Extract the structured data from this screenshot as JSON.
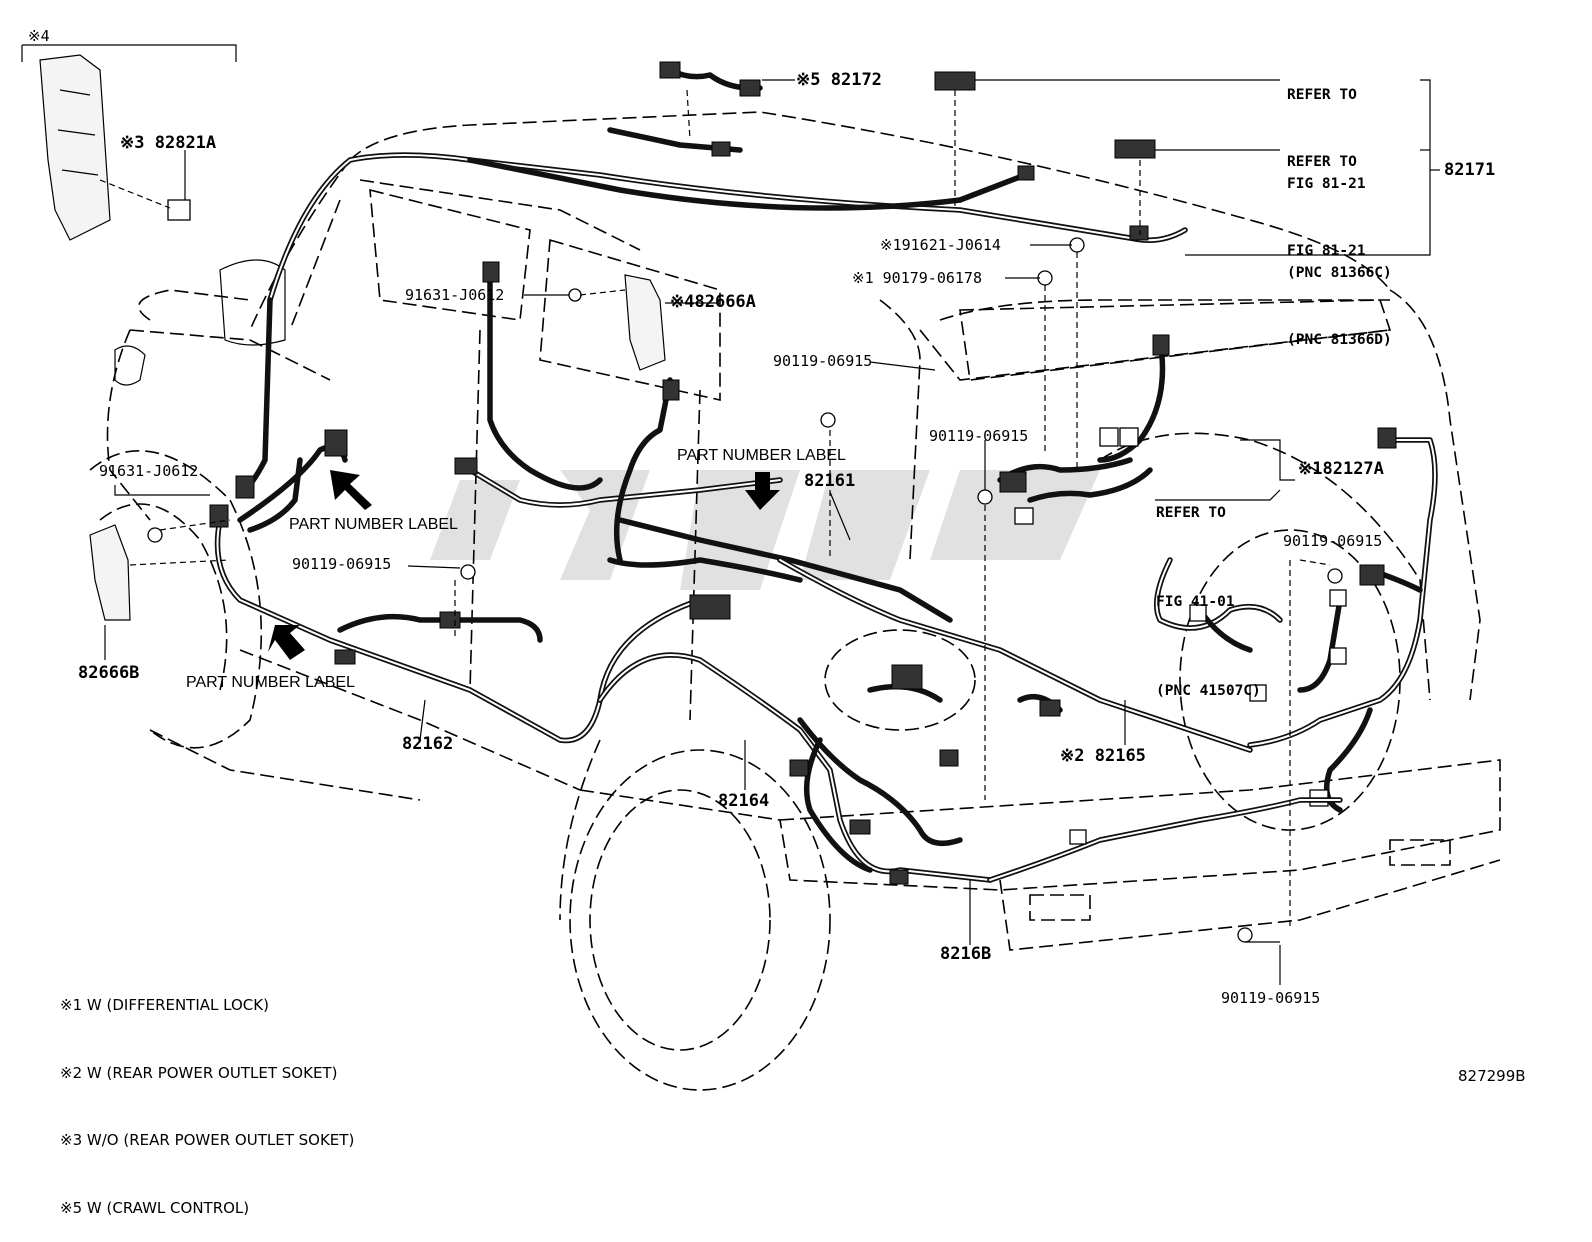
{
  "diagram_id": "827299B",
  "parts": {
    "p82172": {
      "mark": "※5",
      "number": "82172"
    },
    "p82821A": {
      "mark": "※3",
      "number": "82821A"
    },
    "p82666A": {
      "mark": "※4",
      "number": "82666A"
    },
    "p82127A": {
      "mark": "※1",
      "number": "82127A"
    },
    "p82171": "82171",
    "p82161": "82161",
    "p82162": "82162",
    "p82164": "82164",
    "p82165": {
      "mark": "※2",
      "number": "82165"
    },
    "p8216B": "8216B",
    "p82666B": "82666B"
  },
  "fasteners": {
    "f91621": {
      "mark": "※1",
      "number": "91621-J0614"
    },
    "f90179": {
      "mark": "※1",
      "number": "90179-06178"
    },
    "f91631_top": "91631-J0612",
    "f91631_left": "91631-J0612",
    "f90119_a": "90119-06915",
    "f90119_b": "90119-06915",
    "f90119_c": "90119-06915",
    "f90119_d": "90119-06915",
    "f90119_e": "90119-06915"
  },
  "group_mark": "※4",
  "refs": {
    "ref1": {
      "line1": "REFER TO",
      "line2": "FIG 81-21",
      "line3": "(PNC 81366C)"
    },
    "ref2": {
      "line1": "REFER TO",
      "line2": "FIG 81-21",
      "line3": "(PNC 81366D)"
    },
    "ref3": {
      "line1": "REFER TO",
      "line2": "FIG 41-01",
      "line3": "(PNC 41507C)"
    }
  },
  "part_number_labels": {
    "label_center": "PART NUMBER LABEL",
    "label_left": "PART NUMBER LABEL",
    "label_bottom": "PART NUMBER LABEL"
  },
  "legend": [
    {
      "mark": "※1",
      "text": "W (DIFFERENTIAL LOCK)"
    },
    {
      "mark": "※2",
      "text": "W (REAR POWER OUTLET SOKET)"
    },
    {
      "mark": "※3",
      "text": "W/O (REAR POWER OUTLET SOKET)"
    },
    {
      "mark": "※5",
      "text": "W (CRAWL CONTROL)"
    }
  ]
}
